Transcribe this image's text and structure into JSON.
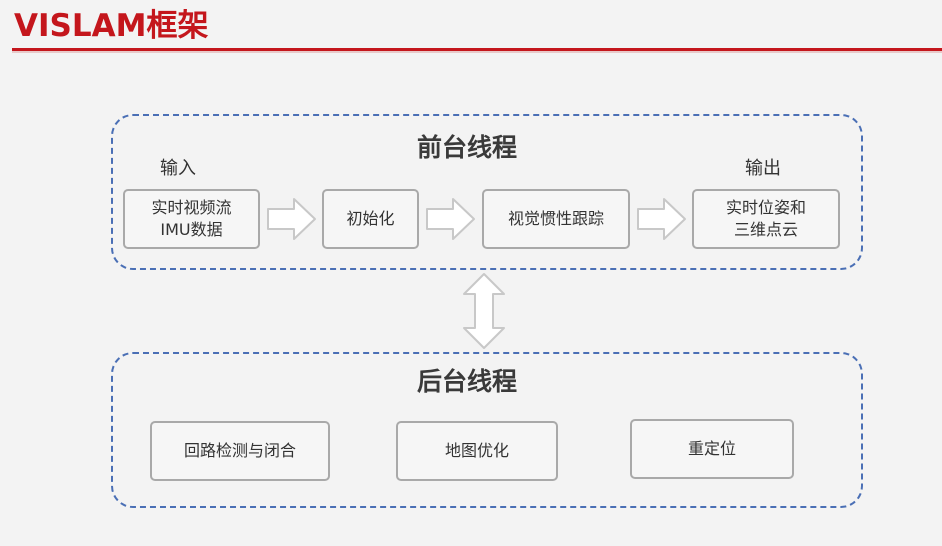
{
  "slide": {
    "title": "VISLAM框架"
  },
  "frontend": {
    "title": "前台线程",
    "input_label": "输入",
    "output_label": "输出",
    "boxes": [
      {
        "lines": [
          "实时视频流",
          "IMU数据"
        ]
      },
      {
        "lines": [
          "初始化"
        ]
      },
      {
        "lines": [
          "视觉惯性跟踪"
        ]
      },
      {
        "lines": [
          "实时位姿和",
          "三维点云"
        ]
      }
    ]
  },
  "backend": {
    "title": "后台线程",
    "boxes": [
      {
        "lines": [
          "回路检测与闭合"
        ]
      },
      {
        "lines": [
          "地图优化"
        ]
      },
      {
        "lines": [
          "重定位"
        ]
      }
    ]
  },
  "colors": {
    "title_red": "#c4161c",
    "dashed_border": "#4a6fb5",
    "box_border": "#a9a9a9",
    "arrow_outline": "#c8c8c8"
  }
}
